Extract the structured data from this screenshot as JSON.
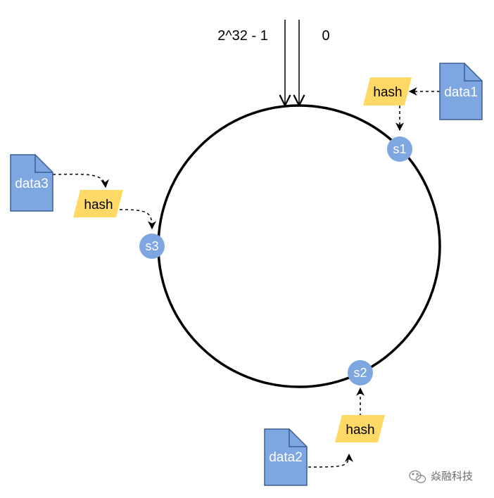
{
  "ring": {
    "label_max": "2^32 - 1",
    "label_zero": "0"
  },
  "nodes": {
    "s1": "s1",
    "s2": "s2",
    "s3": "s3"
  },
  "data_items": {
    "data1": "data1",
    "data2": "data2",
    "data3": "data3"
  },
  "hash_label": "hash",
  "watermark": "焱融科技",
  "colors": {
    "doc_fill": "#7ea6e0",
    "doc_stroke": "#3a5f94",
    "node_fill": "#7ea6e0",
    "hash_fill": "#ffd966",
    "ring_stroke": "#000000"
  }
}
